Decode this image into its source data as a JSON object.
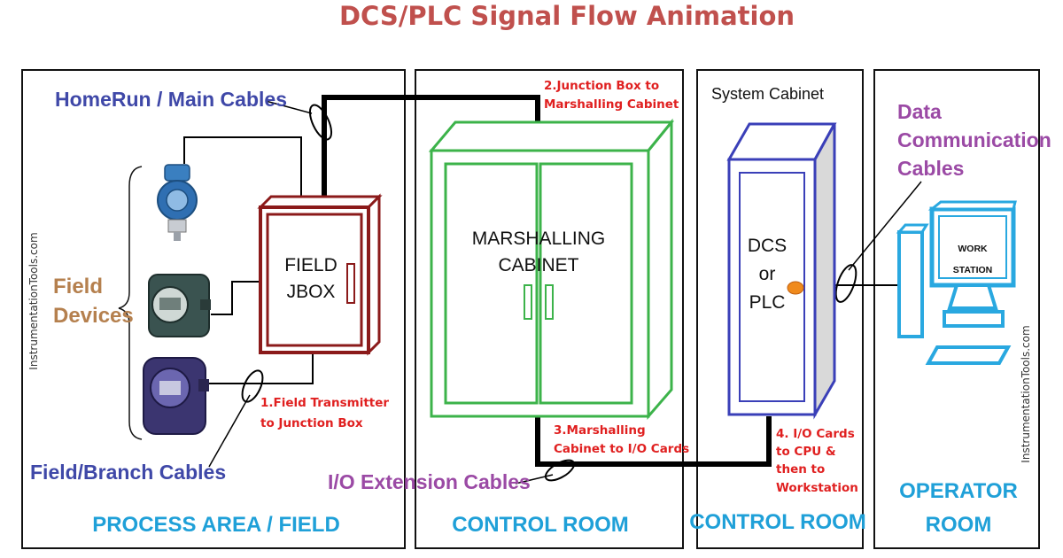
{
  "title": "DCS/PLC Signal Flow Animation",
  "watermark": "InstrumentationTools.com",
  "labels": {
    "homerun": "HomeRun / Main Cables",
    "field_devices_line1": "Field",
    "field_devices_line2": "Devices",
    "field_branch": "Field/Branch Cables",
    "io_extension": "I/O Extension Cables",
    "data_comm_line1": "Data",
    "data_comm_line2": "Communication",
    "data_comm_line3": "Cables",
    "system_cabinet": "System Cabinet"
  },
  "boxes": {
    "jbox_line1": "FIELD",
    "jbox_line2": "JBOX",
    "marshalling_line1": "MARSHALLING",
    "marshalling_line2": "CABINET",
    "dcs_line1": "DCS",
    "dcs_line2": "or",
    "dcs_line3": "PLC",
    "workstation_line1": "WORK",
    "workstation_line2": "STATION"
  },
  "steps": {
    "step1_line1": "1.Field Transmitter",
    "step1_line2": "to Junction Box",
    "step2_line1": "2.Junction Box to",
    "step2_line2": "Marshalling Cabinet",
    "step3_line1": "3.Marshalling",
    "step3_line2": "Cabinet to I/O Cards",
    "step4_line1": "4. I/O Cards",
    "step4_line2": "to CPU &",
    "step4_line3": "then to",
    "step4_line4": "Workstation"
  },
  "areas": {
    "process": "PROCESS AREA / FIELD",
    "control1": "CONTROL ROOM",
    "control2": "CONTROL ROOM",
    "operator_line1": "OPERATOR",
    "operator_line2": "ROOM"
  },
  "colors": {
    "title": "#c0504d",
    "cable_label_blue": "#3f48a8",
    "cable_label_purple": "#9b4aa5",
    "field_devices": "#b5804e",
    "step_red": "#e02020",
    "area_blue": "#1fa0d8",
    "jbox_maroon": "#8b1a1a",
    "marshalling_green": "#3cb34a",
    "dcs_blue": "#3a3fb8",
    "workstation_cyan": "#29a8e0"
  }
}
